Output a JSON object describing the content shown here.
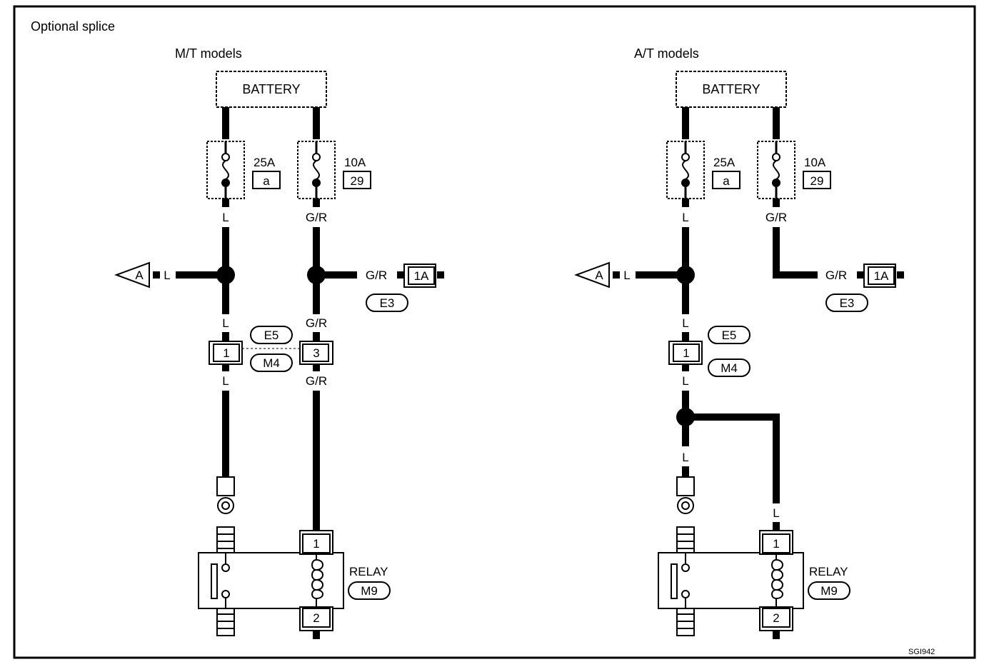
{
  "header": {
    "title": "Optional splice",
    "code": "SGI942"
  },
  "left": {
    "title": "M/T models",
    "battery": "BATTERY",
    "fuse1": {
      "rating": "25A",
      "id": "a"
    },
    "fuse2": {
      "rating": "10A",
      "id": "29"
    },
    "wire_L": "L",
    "wire_GR": "G/R",
    "arrow": "A",
    "connector_1A": "1A",
    "connector_E3": "E3",
    "connector_E5": "E5",
    "connector_M4": "M4",
    "pin1": "1",
    "pin3": "3",
    "relay": {
      "label": "RELAY",
      "connector": "M9",
      "pin_top": "1",
      "pin_bottom": "2"
    }
  },
  "right": {
    "title": "A/T models",
    "battery": "BATTERY",
    "fuse1": {
      "rating": "25A",
      "id": "a"
    },
    "fuse2": {
      "rating": "10A",
      "id": "29"
    },
    "wire_L": "L",
    "wire_GR": "G/R",
    "arrow": "A",
    "connector_1A": "1A",
    "connector_E3": "E3",
    "connector_E5": "E5",
    "connector_M4": "M4",
    "pin1": "1",
    "relay": {
      "label": "RELAY",
      "connector": "M9",
      "pin_top": "1",
      "pin_bottom": "2"
    }
  }
}
